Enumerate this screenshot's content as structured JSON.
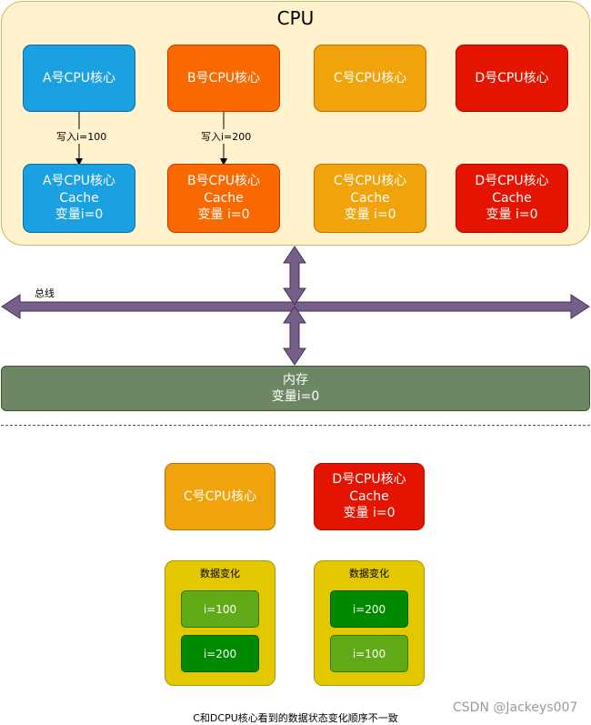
{
  "cpu": {
    "title": "CPU",
    "cores": [
      {
        "label": "A号CPU核心"
      },
      {
        "label": "B号CPU核心"
      },
      {
        "label": "C号CPU核心"
      },
      {
        "label": "D号CPU核心"
      }
    ],
    "caches": [
      {
        "line1": "A号CPU核心",
        "line2": "Cache",
        "line3": "变量i=0"
      },
      {
        "line1": "B号CPU核心",
        "line2": "Cache",
        "line3": "变量 i=0"
      },
      {
        "line1": "C号CPU核心",
        "line2": "Cache",
        "line3": "变量 i=0"
      },
      {
        "line1": "D号CPU核心",
        "line2": "Cache",
        "line3": "变量 i=0"
      }
    ],
    "write_labels": [
      "写入i=100",
      "写入i=200"
    ]
  },
  "bus": {
    "label": "总线",
    "color": "#76608a"
  },
  "memory": {
    "line1": "内存",
    "line2": "变量i=0"
  },
  "lower": {
    "core_c": {
      "label": "C号CPU核心"
    },
    "cache_d": {
      "line1": "D号CPU核心",
      "line2": "Cache",
      "line3": "变量 i=0"
    },
    "panels": [
      {
        "title": "数据变化",
        "values": [
          "i=100",
          "i=200"
        ]
      },
      {
        "title": "数据变化",
        "values": [
          "i=200",
          "i=100"
        ]
      }
    ]
  },
  "caption": "C和DCPU核心看到的数据状态变化顺序不一致",
  "watermark": "CSDN @Jackeys007",
  "colors": {
    "cpu_panel": "#fff2cc",
    "core_a": "#1ba1e2",
    "core_b": "#fa6800",
    "core_c": "#f0a30a",
    "core_d": "#e51400",
    "memory": "#6d8764",
    "data_panel": "#e3c800",
    "value_light": "#60a917",
    "value_dark": "#008a00"
  }
}
